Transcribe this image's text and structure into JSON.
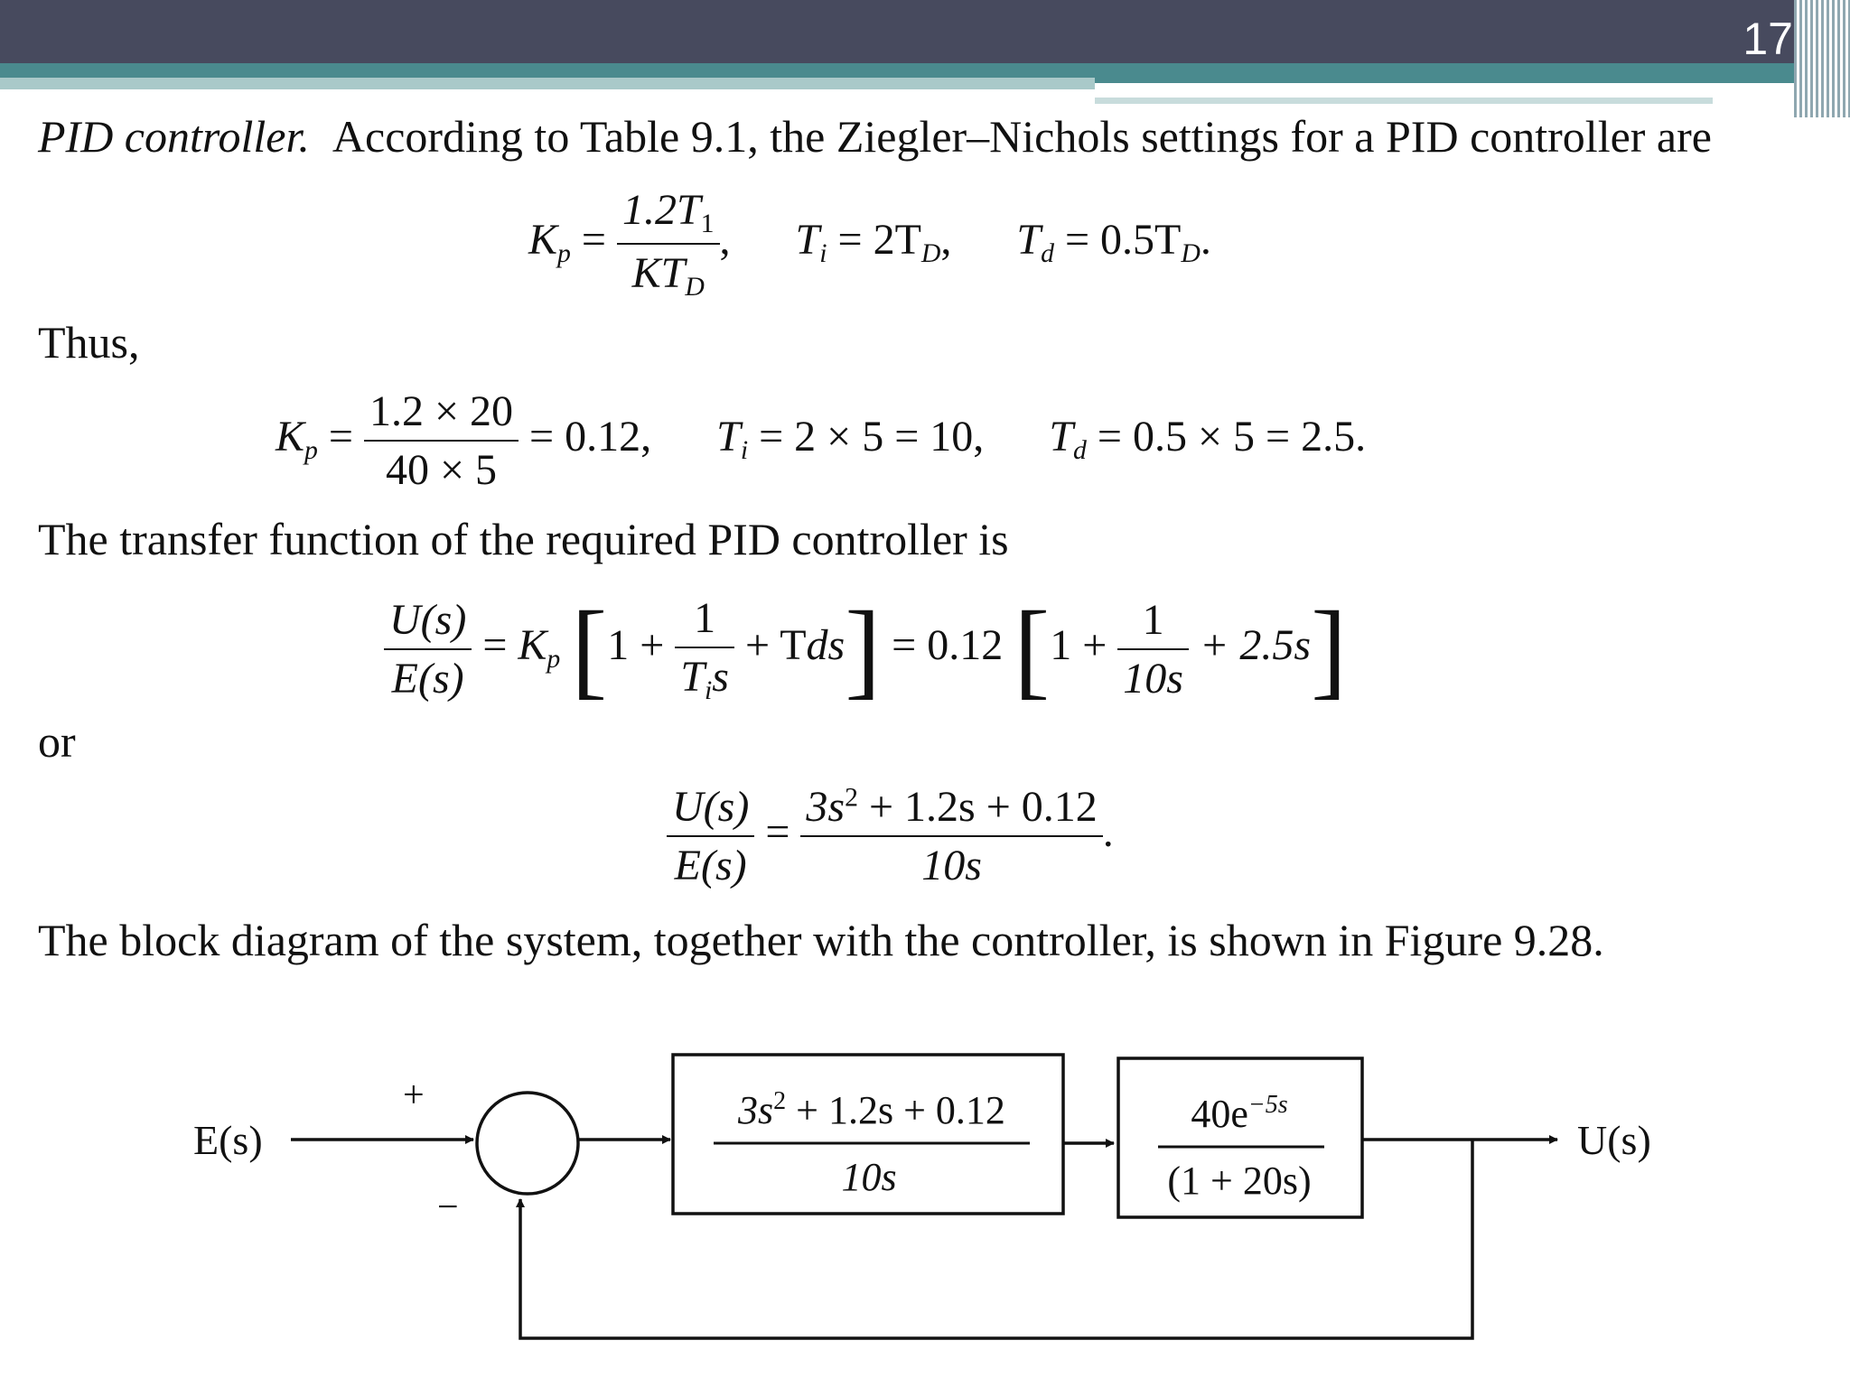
{
  "slide": {
    "number": "17"
  },
  "intro": {
    "emph": "PID controller.",
    "rest": "According to Table 9.1, the Ziegler–Nichols settings for a PID controller are"
  },
  "formula1": {
    "kp_lhs": "K",
    "kp_sub": "p",
    "eq": "=",
    "kp_num": "1.2T",
    "kp_num_sub": "1",
    "kp_den": "KT",
    "kp_den_sub": "D",
    "sep": ",",
    "ti": "T",
    "ti_sub": "i",
    "ti_rhs": "= 2T",
    "ti_rhs_sub": "D",
    "ti_sep": ",",
    "td": "T",
    "td_sub": "d",
    "td_rhs": "= 0.5T",
    "td_rhs_sub": "D",
    "td_end": "."
  },
  "thus": "Thus,",
  "formula2": {
    "kp": "K",
    "kp_sub": "p",
    "eq": "=",
    "num": "1.2 × 20",
    "den": "40 × 5",
    "result": "= 0.12,",
    "ti": "T",
    "ti_sub": "i",
    "ti_rhs": "= 2 × 5 = 10,",
    "td": "T",
    "td_sub": "d",
    "td_rhs": "= 0.5 × 5 = 2.5."
  },
  "tf_intro": "The transfer function of the required PID controller is",
  "formula3": {
    "lhs_num": "U(s)",
    "lhs_den": "E(s)",
    "eq": "=",
    "kp": "K",
    "kp_sub": "p",
    "one": "1 +",
    "f_num": "1",
    "f_den": "T",
    "f_den_sub": "i",
    "f_den_s": "s",
    "td_term": "+ T",
    "td_term2": "ds",
    "eq2": "= 0.12",
    "one2": "1 +",
    "f2_num": "1",
    "f2_den": "10s",
    "last": "+ 2.5s"
  },
  "or": "or",
  "formula4": {
    "lhs_num": "U(s)",
    "lhs_den": "E(s)",
    "eq": "=",
    "num_a": "3s",
    "num_sup": "2",
    "num_b": "+ 1.2s + 0.12",
    "den": "10s",
    "end": "."
  },
  "bd_intro": "The block diagram of the system, together with the controller, is shown in Figure 9.28.",
  "diagram": {
    "input": "E(s)",
    "output": "U(s)",
    "plus": "+",
    "minus": "−",
    "block1_num": "3s",
    "block1_sup": "2",
    "block1_num_rest": " + 1.2s + 0.12",
    "block1_den": "10s",
    "block2_num": "40e",
    "block2_sup": "−5s",
    "block2_den": "(1 + 20s)"
  }
}
